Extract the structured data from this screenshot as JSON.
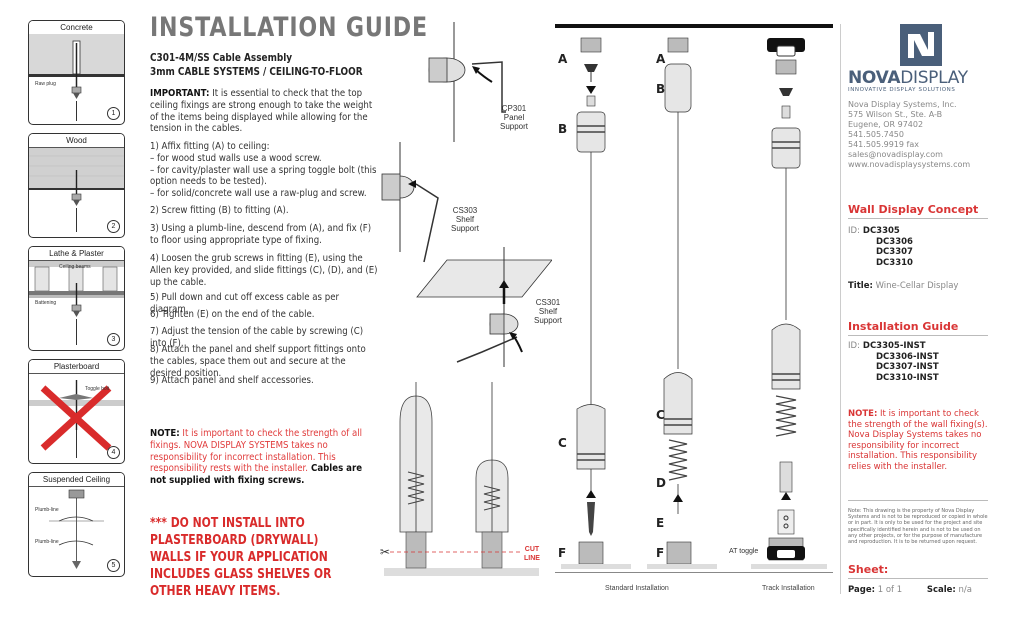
{
  "left_panels": [
    {
      "title": "Concrete",
      "number": "1",
      "labels": {
        "rawplug": "Raw plug"
      }
    },
    {
      "title": "Wood",
      "number": "2"
    },
    {
      "title": "Lathe & Plaster",
      "number": "3",
      "labels": {
        "ceiling": "Ceiling beams",
        "battening": "Battening"
      }
    },
    {
      "title": "Plasterboard",
      "number": "4",
      "labels": {
        "toggle": "Toggle bolt"
      }
    },
    {
      "title": "Suspended Ceiling",
      "number": "5",
      "labels": {
        "plumb1": "Plumb-line",
        "plumb2": "Plumb-line"
      }
    }
  ],
  "header": {
    "title": "INSTALLATION GUIDE",
    "sub1": "C301-4M/SS Cable Assembly",
    "sub2": "3mm CABLE SYSTEMS / CEILING-TO-FLOOR"
  },
  "body": {
    "important_label": "IMPORTANT:",
    "important_text": " It is essential to check that the top ceiling fixings are strong enough to take the weight of the items being displayed while allowing for the tension in the cables.",
    "s1": "1) Affix fitting (A) to ceiling:",
    "s1a": "– for wood stud walls use a wood screw.",
    "s1b": "– for cavity/plaster wall use a spring toggle bolt (this option needs to be tested).",
    "s1c": "– for solid/concrete wall use a raw-plug and screw.",
    "s2": "2) Screw fitting (B) to fitting (A).",
    "s3": "3) Using a plumb-line, descend from (A), and fix (F) to floor using appropriate type of fixing.",
    "s4": "4) Loosen the grub screws in fitting (E), using the Allen key provided, and slide fittings (C), (D), and (E) up the cable.",
    "s5": "5) Pull down and cut off excess cable as per diagram.",
    "s6": "6) Tighten (E) on the end of the cable.",
    "s7": "7) Adjust the tension of the cable by screwing (C) into (F).",
    "s8": "8) Attach the panel and shelf support fittings onto the cables, space them out and secure at the desired position.",
    "s9": "9) Attach panel and shelf accessories.",
    "note_label": "NOTE:",
    "note_text": " It is important to check the strength of all fixings. NOVA DISPLAY SYSTEMS takes no responsibility for incorrect installation. This responsibility rests with the installer.",
    "note_bold": " Cables are not supplied with fixing screws.",
    "warning": "*** DO NOT INSTALL INTO PLASTERBOARD (DRYWALL) WALLS IF YOUR APPLICATION INCLUDES GLASS SHELVES OR OTHER HEAVY ITEMS."
  },
  "supports": {
    "panel": [
      "CP301",
      "Panel",
      "Support"
    ],
    "shelf1": [
      "CS303",
      "Shelf",
      "Support"
    ],
    "shelf2": [
      "CS301",
      "Shelf",
      "Support"
    ]
  },
  "cut": [
    "CUT",
    "LINE"
  ],
  "diagram": {
    "std_labels": [
      "A",
      "B",
      "C",
      "F"
    ],
    "trk_labels": [
      "A",
      "B",
      "C",
      "D",
      "E",
      "F"
    ],
    "at_toggle": "AT toggle",
    "std_caption": "Standard Installation",
    "trk_caption": "Track Installation"
  },
  "company": {
    "logo_bold": "NOVA",
    "logo_light": "DISPLAY",
    "tagline": "INNOVATIVE DISPLAY SOLUTIONS",
    "address": [
      "Nova Display Systems, Inc.",
      "575 Wilson St., Ste. A-B",
      "Eugene, OR 97402",
      "541.505.7450",
      "541.505.9919 fax",
      "sales@novadisplay.com",
      "www.novadisplaysystems.com"
    ]
  },
  "concept": {
    "heading": "Wall Display Concept",
    "id_label": "ID:",
    "ids": [
      "DC3305",
      "DC3306",
      "DC3307",
      "DC3310"
    ],
    "title_label": "Title:",
    "title_value": "Wine-Cellar Display"
  },
  "guide": {
    "heading": "Installation Guide",
    "id_label": "ID:",
    "ids": [
      "DC3305-INST",
      "DC3306-INST",
      "DC3307-INST",
      "DC3310-INST"
    ],
    "note_label": "NOTE:",
    "note_text": " It is important to check the strength of the wall fixing(s). Nova Display Systems takes no responsibility for incorrect installation. This responsibility relies with the installer."
  },
  "disclaimer": "Note: This drawing is the property of Nova Display Systems and is not to be reproduced or copied in whole or in part. It is only to be used for the project and site specifically identified herein and is not to be used on any other projects, or for the purpose of manufacture and reproduction. It is to be returned upon request.",
  "sheet": {
    "heading": "Sheet:",
    "page_label": "Page:",
    "page_value": "1 of 1",
    "scale_label": "Scale:",
    "scale_value": "n/a"
  },
  "colors": {
    "accent": "#d93535",
    "logo": "#4a5f7a"
  }
}
